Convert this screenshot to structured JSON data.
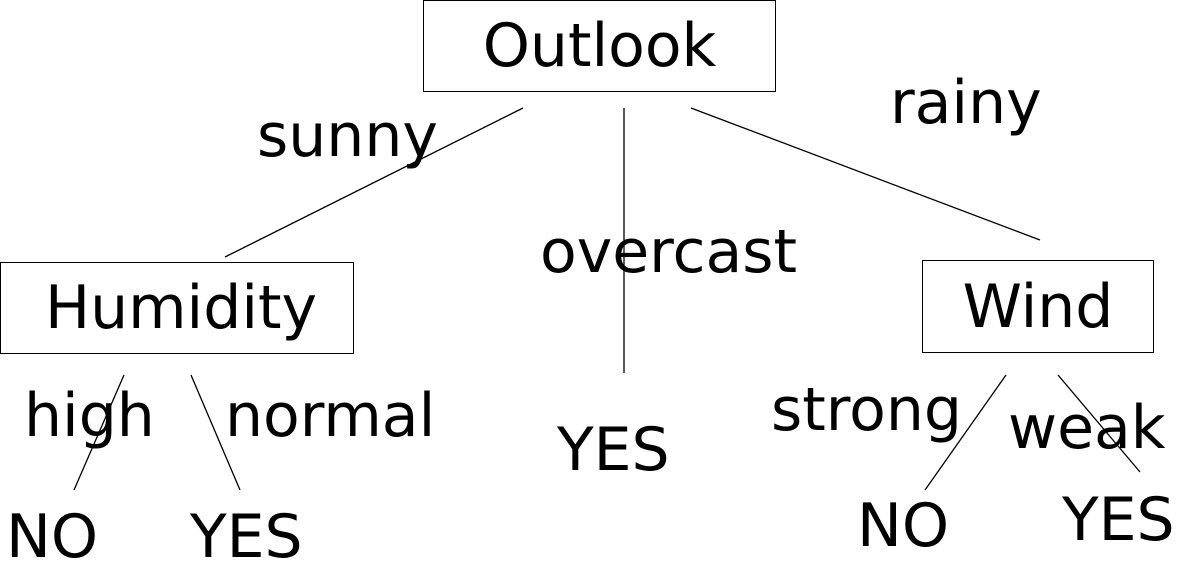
{
  "nodes": {
    "root": "Outlook",
    "humidity": "Humidity",
    "wind": "Wind"
  },
  "branches": {
    "sunny": "sunny",
    "overcast": "overcast",
    "rainy": "rainy",
    "high": "high",
    "normal": "normal",
    "strong": "strong",
    "weak": "weak"
  },
  "leaves": {
    "overcast_yes": "YES",
    "high_no": "NO",
    "normal_yes": "YES",
    "strong_no": "NO",
    "weak_yes": "YES"
  },
  "colors": {
    "line": "#000000",
    "text": "#000000",
    "background": "#ffffff"
  }
}
